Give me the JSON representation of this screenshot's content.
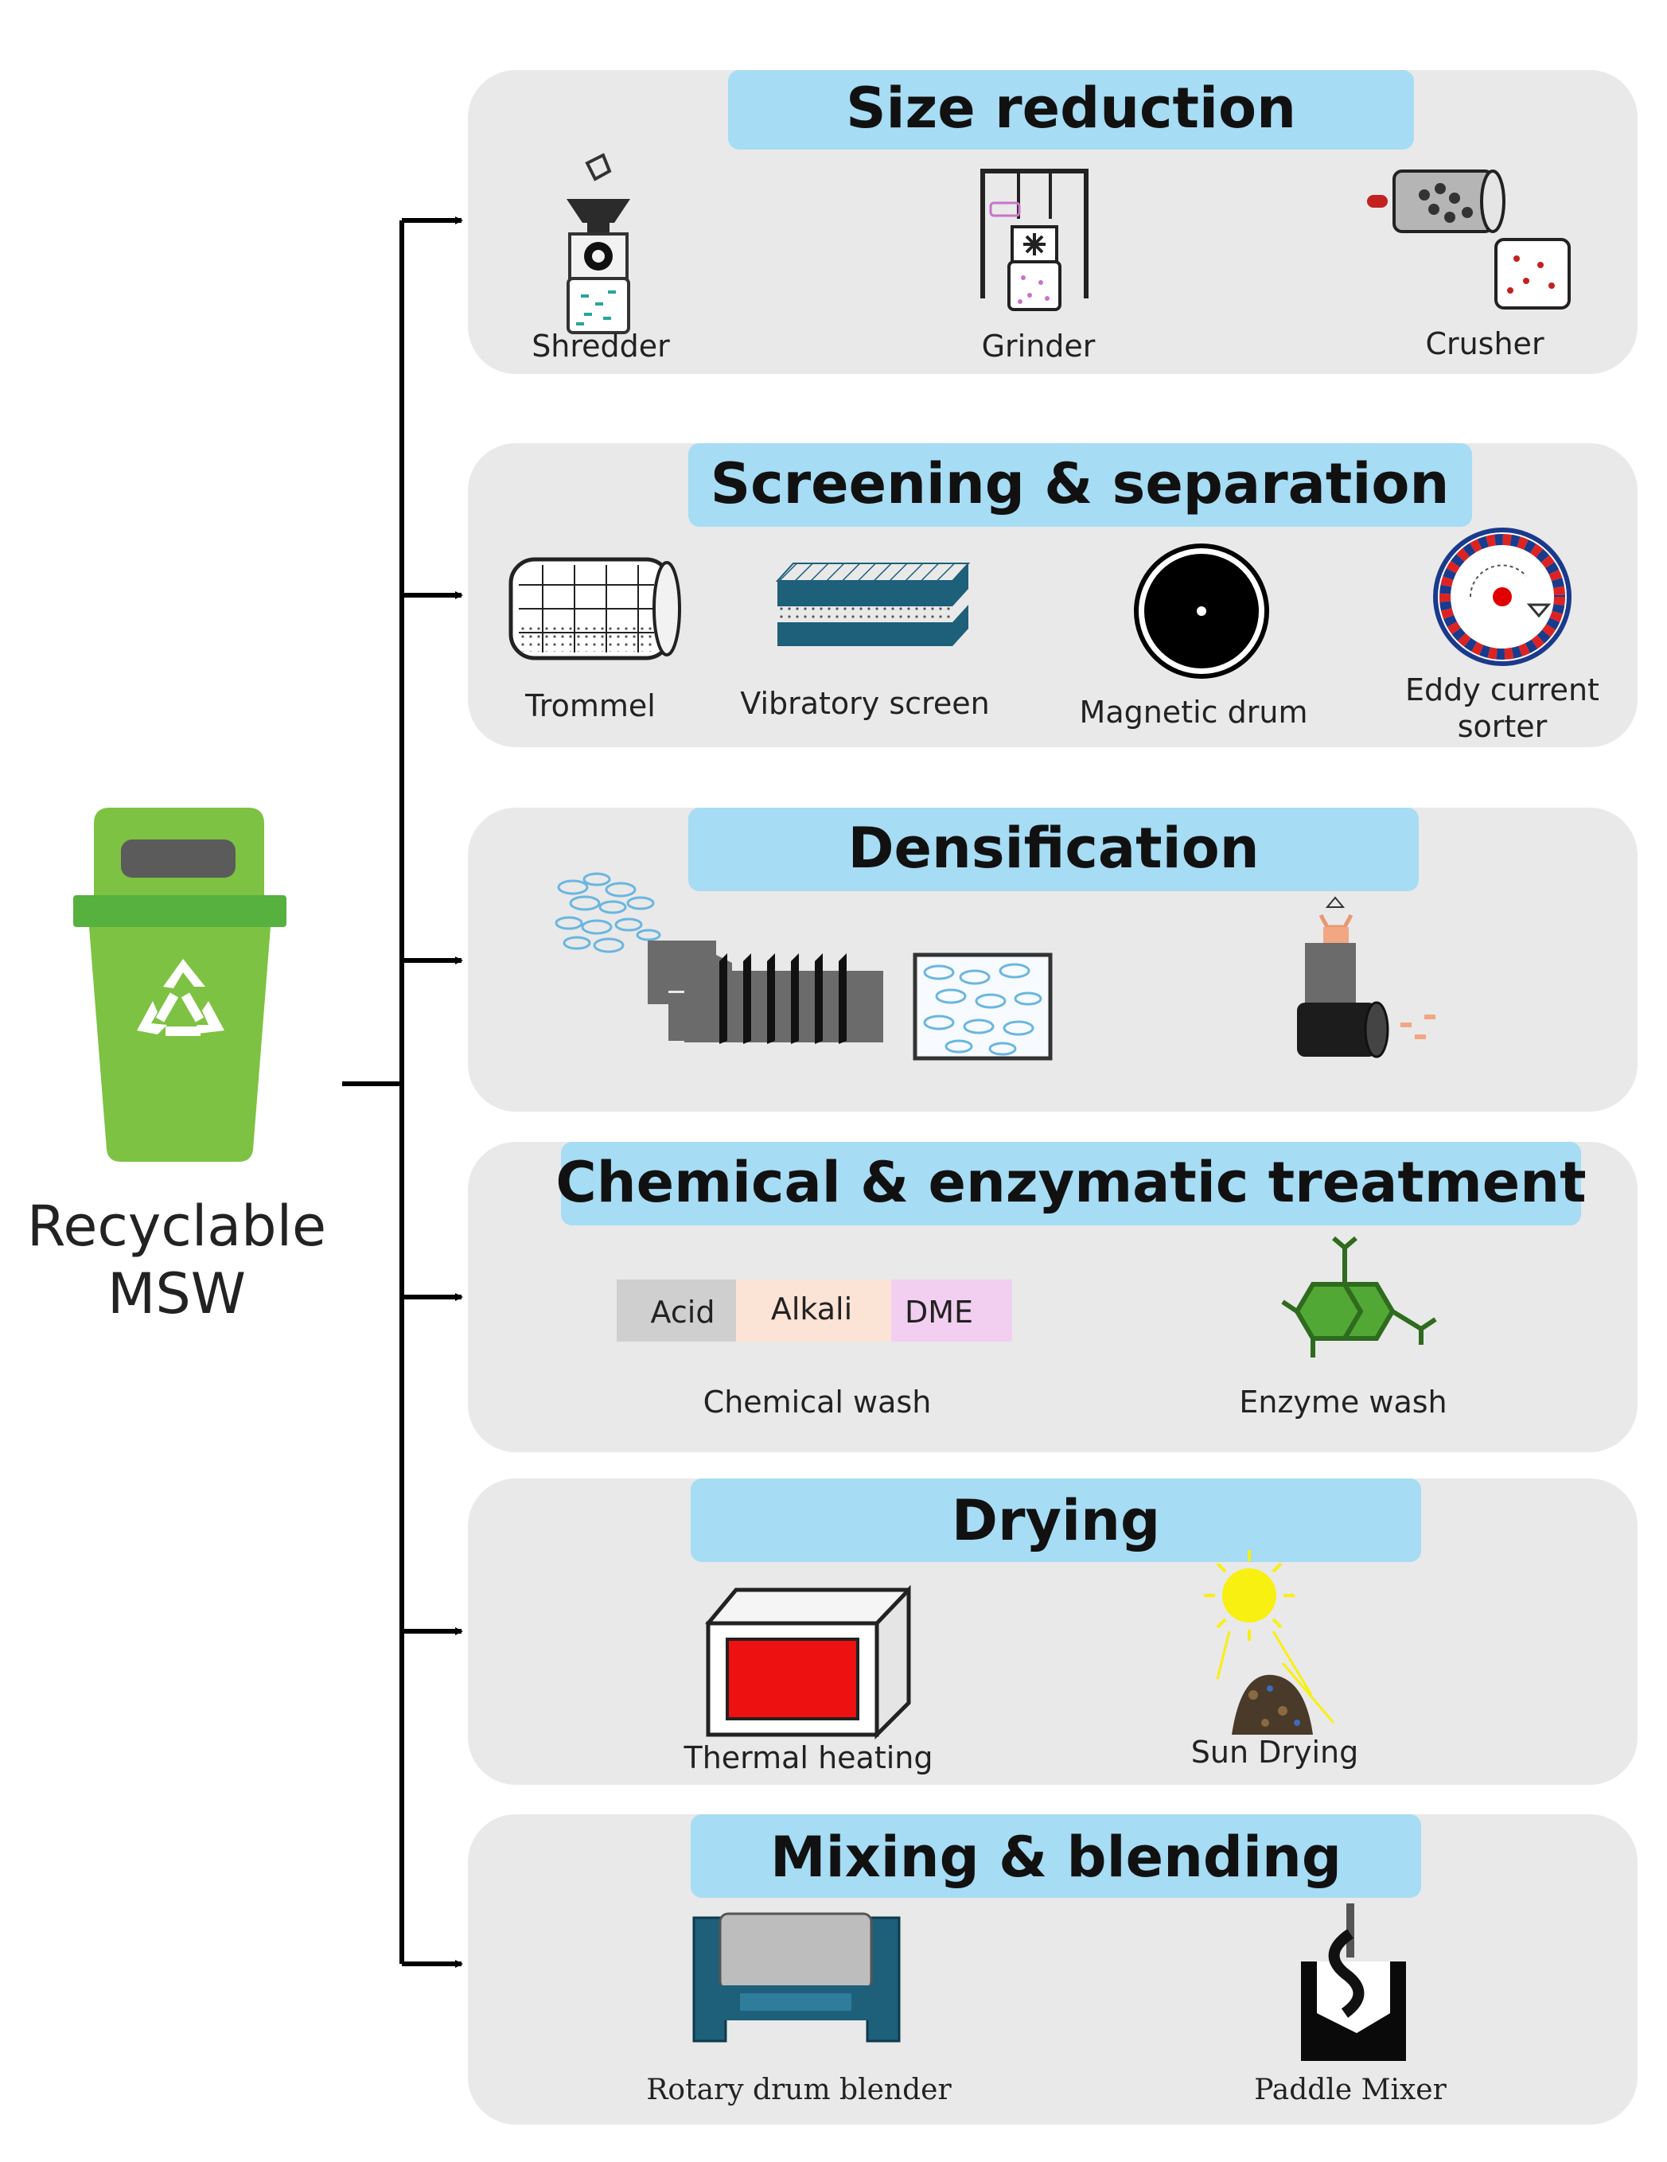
{
  "source": {
    "label_line1": "Recyclable",
    "label_line2": "MSW",
    "icon": "recycle-bin-icon",
    "bin_color": "#7dc242",
    "bin_lid_color": "#57b13f"
  },
  "colors": {
    "panel_bg": "#e9e9e9",
    "title_bg": "#a6dcf4",
    "connector": "#000000"
  },
  "panels": [
    {
      "title": "Size reduction",
      "items": [
        {
          "label": "Shredder",
          "icon": "shredder-icon"
        },
        {
          "label": "Grinder",
          "icon": "grinder-icon"
        },
        {
          "label": "Crusher",
          "icon": "crusher-icon"
        }
      ]
    },
    {
      "title": "Screening & separation",
      "items": [
        {
          "label": "Trommel",
          "icon": "trommel-icon"
        },
        {
          "label": "Vibratory screen",
          "icon": "vibratory-screen-icon"
        },
        {
          "label": "Magnetic drum",
          "icon": "magnetic-drum-icon"
        },
        {
          "label_line1": "Eddy current",
          "label_line2": "sorter",
          "icon": "eddy-current-sorter-icon"
        }
      ]
    },
    {
      "title": "Densification",
      "items": [
        {
          "icon": "pelletizer-icon"
        },
        {
          "icon": "briquetter-icon"
        }
      ]
    },
    {
      "title": "Chemical & enzymatic treatment",
      "items": [
        {
          "label": "Chemical wash",
          "icon": "chemical-wash-icon",
          "chips": [
            "Acid",
            "Alkali",
            "DME"
          ],
          "chip_colors": [
            "#cfcfcf",
            "#fbe3d6",
            "#f2cff0"
          ]
        },
        {
          "label": "Enzyme wash",
          "icon": "enzyme-molecule-icon"
        }
      ]
    },
    {
      "title": "Drying",
      "items": [
        {
          "label": "Thermal heating",
          "icon": "oven-icon"
        },
        {
          "label": "Sun Drying",
          "icon": "sun-icon"
        }
      ]
    },
    {
      "title": "Mixing & blending",
      "items": [
        {
          "label": "Rotary drum blender",
          "icon": "rotary-drum-blender-icon"
        },
        {
          "label": "Paddle Mixer",
          "icon": "paddle-mixer-icon"
        }
      ]
    }
  ]
}
